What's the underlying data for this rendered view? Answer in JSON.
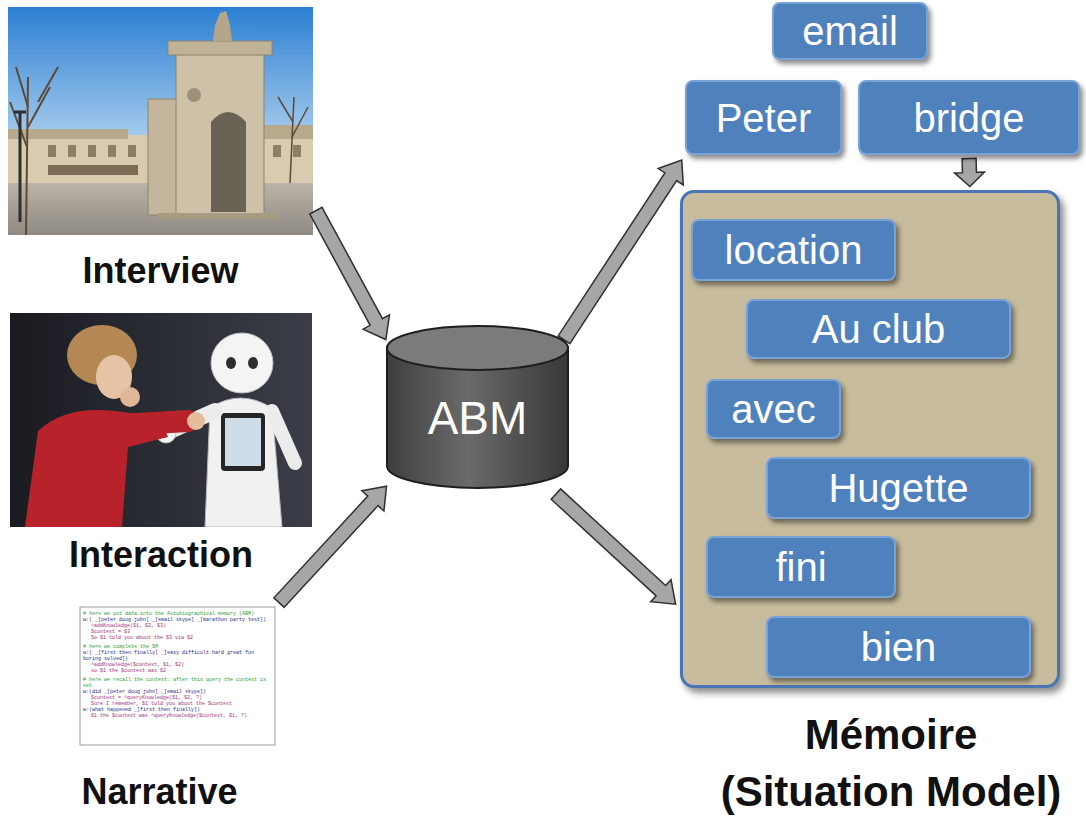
{
  "diagram": {
    "nodes": [
      {
        "text": [
          "Interview"
        ]
      },
      {
        "text": [
          "Interaction"
        ]
      },
      {
        "text": [
          "Narrative"
        ]
      },
      {
        "text": [
          "ABM"
        ]
      },
      {
        "text": [
          "email"
        ]
      },
      {
        "text": [
          "Peter"
        ]
      },
      {
        "text": [
          "bridge"
        ]
      },
      {
        "text": [
          "Mémoire (Situation Model)"
        ]
      },
      {
        "text": [
          "location"
        ],
        "in": 7
      },
      {
        "text": [
          "Au club"
        ],
        "in": 7
      },
      {
        "text": [
          "avec"
        ],
        "in": 7
      },
      {
        "text": [
          "Hugette"
        ],
        "in": 7
      },
      {
        "text": [
          "fini"
        ],
        "in": 7
      },
      {
        "text": [
          "bien"
        ],
        "in": 7
      }
    ],
    "edges": [
      {
        "from": 0,
        "to": 3,
        "arrow": "to"
      },
      {
        "from": 2,
        "to": 3,
        "arrow": "to"
      },
      {
        "from": 3,
        "to": 5,
        "arrow": "to"
      },
      {
        "from": 3,
        "to": 7,
        "arrow": "to"
      },
      {
        "from": 6,
        "to": 7,
        "arrow": "to"
      }
    ],
    "labels": [
      "# here we put data into the Autobiographical memory (ABM)",
      "w:( _[peter doug john] _[email skype] _[marathon party test])",
      "^addKnowledge($1, $2, $3)",
      "$context = $3",
      "So $1 told you about the $3 via $2",
      "# here we complete the SM",
      "w:( _[first then finally] _[easy difficult hard great fun boring solved])",
      "^addKnowledge($context, $1, $2)",
      "so $1 the $context was $2",
      "# here we recall the context: after this query the context is set",
      "w:(did _[peter doug john] _[email skype])",
      "$context = ^queryKnowledge($1, $2, ?)",
      "Sure I remember, $1 told you about the $context",
      "w:(what happened _[first then finally])",
      "$1 the $context was ^queryKnowledge($context, $1, ?)"
    ]
  }
}
